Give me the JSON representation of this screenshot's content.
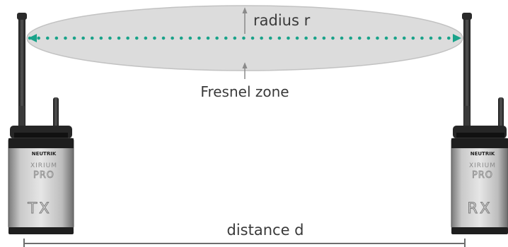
{
  "labels": {
    "radius": "radius r",
    "fresnel": "Fresnel zone",
    "distance": "distance d"
  },
  "devices": {
    "tx": {
      "brand": "NEUTRIK",
      "product_line1": "XIRIUM",
      "product_line2": "PRO",
      "role": "TX"
    },
    "rx": {
      "brand": "NEUTRIK",
      "product_line1": "XIRIUM",
      "product_line2": "PRO",
      "role": "RX"
    }
  },
  "colors": {
    "zone_fill": "#d9d9d9",
    "zone_stroke": "#b8b8b8",
    "link": "#1aa38a",
    "text": "#3a3a3a",
    "dimension_line": "#6e6e6e"
  }
}
